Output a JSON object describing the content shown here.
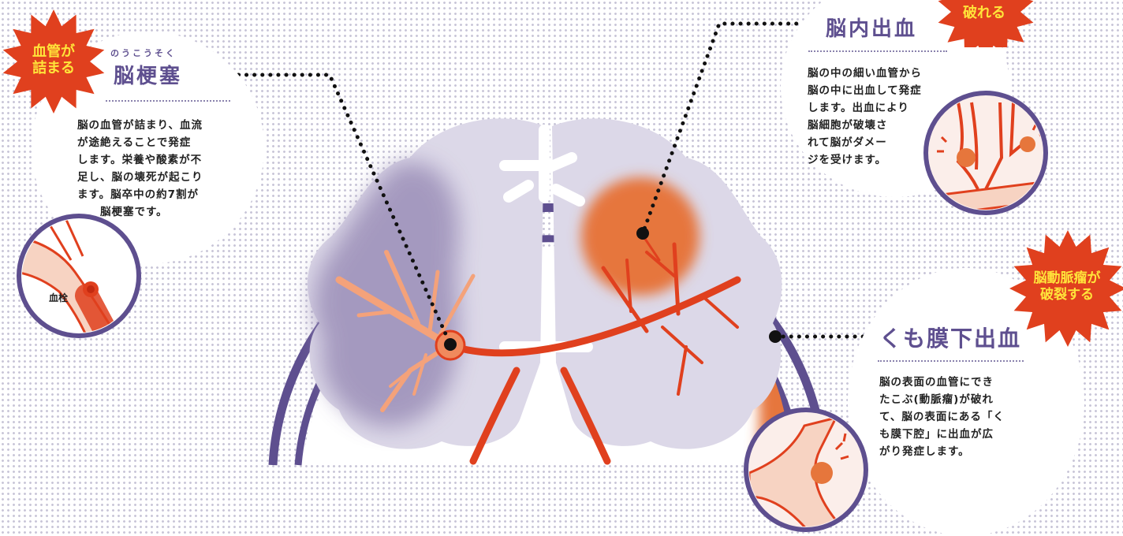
{
  "infarction": {
    "badge": "血管が\n詰まる",
    "ruby": "のうこうそく",
    "title": "脳梗塞",
    "body": "脳の血管が詰まり、血流\nが途絶えることで発症\nします。栄養や酸素が不\n足し、脳の壊死が起こり\nます。脳卒中の約7割が\n　　脳梗塞です。",
    "clot_label": "血栓"
  },
  "hemorrhage": {
    "badge": "破れる",
    "title": "脳内出血",
    "body": "脳の中の細い血管から\n脳の中に出血して発症\nします。出血により\n脳細胞が破壊さ\nれて脳がダメー\nジを受けます。"
  },
  "subarachnoid": {
    "badge": "脳動脈瘤が\n破裂する",
    "title": "くも膜下出血",
    "body": "脳の表面の血管にでき\nたこぶ(動脈瘤)が破れ\nて、脳の表面にある「く\nも膜下腔」に出血が広\nがり発症します。"
  },
  "colors": {
    "purple": "#5e4f8f",
    "brain": "#dcd8e8",
    "infarct_zone": "#9b8fb8",
    "blood": "#e0401e",
    "bleed_zone": "#e6763c",
    "badge_red": "#e0401e"
  }
}
